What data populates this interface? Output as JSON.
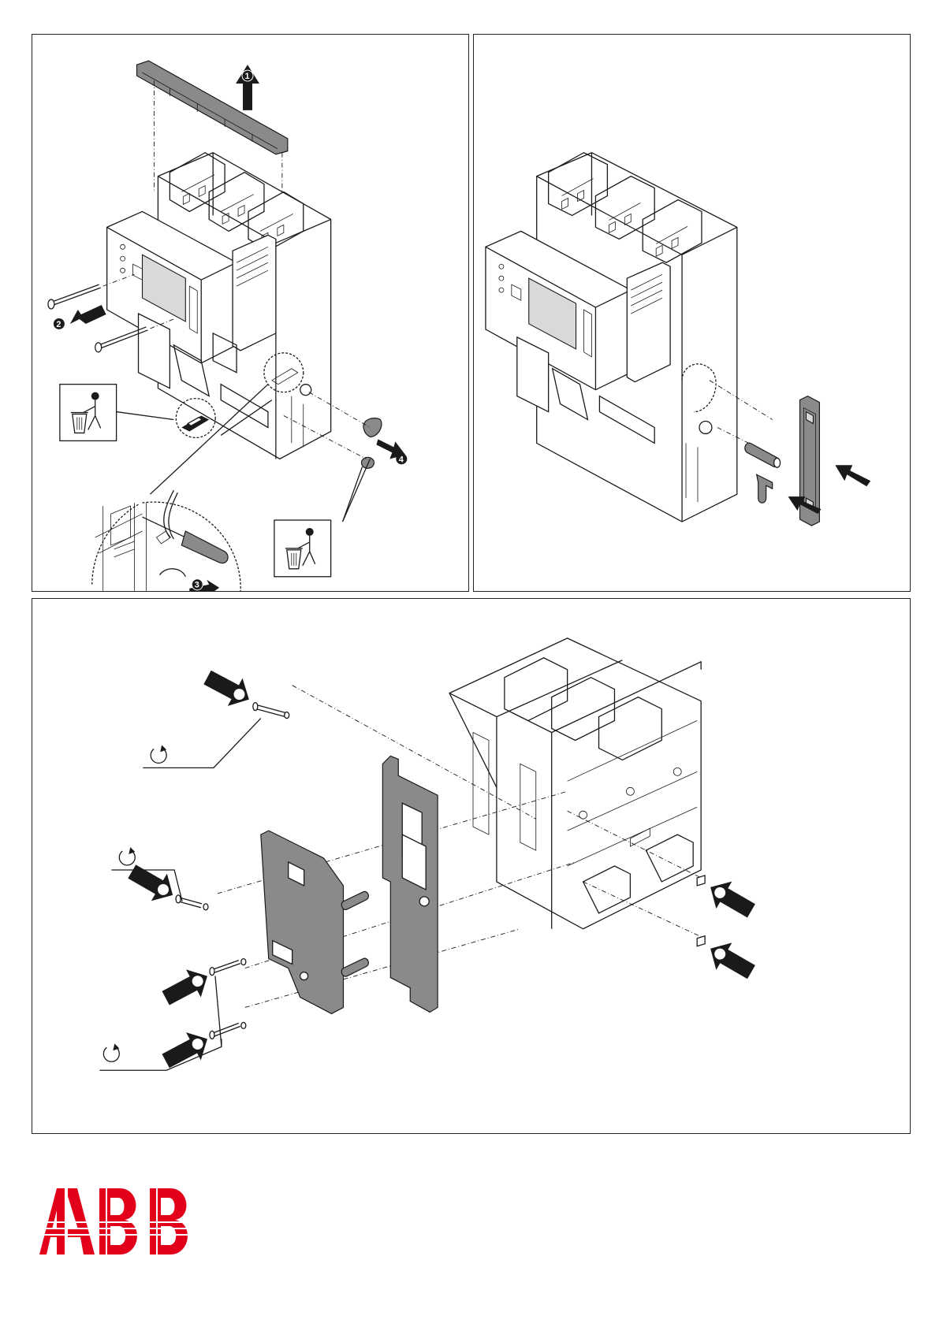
{
  "brand": {
    "name": "ABB",
    "color": "#E2001A"
  },
  "panels": [
    {
      "id": "panel-1",
      "steps": [
        "1",
        "2",
        "3",
        "4"
      ],
      "icons": [
        "waste-bin-icon",
        "waste-bin-icon"
      ]
    },
    {
      "id": "panel-2",
      "steps": []
    },
    {
      "id": "panel-3",
      "steps": [],
      "icons": [
        "rotate-icon",
        "rotate-icon",
        "rotate-icon"
      ]
    }
  ],
  "colors": {
    "ink": "#1a1a1a",
    "part_fill": "#8a8a8a",
    "background": "#ffffff"
  }
}
